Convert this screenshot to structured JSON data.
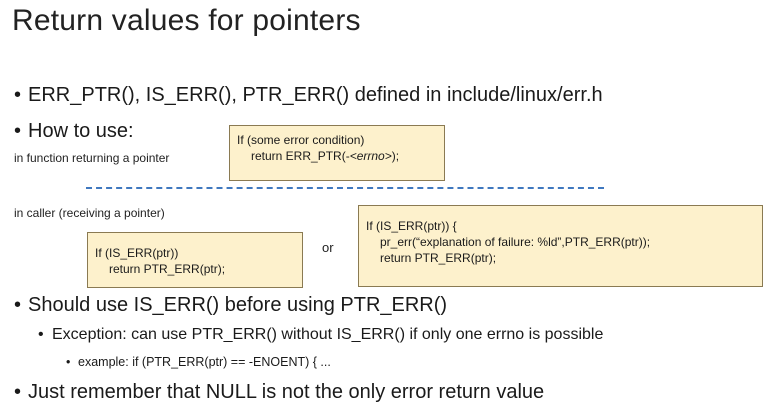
{
  "slide": {
    "title": "Return values for pointers",
    "bullets": {
      "b1": "ERR_PTR(), IS_ERR(), PTR_ERR() defined in include/linux/err.h",
      "b2": "How to use:",
      "b3": "Should use IS_ERR() before using PTR_ERR()",
      "b3_sub": "Exception: can use PTR_ERR() without IS_ERR() if only one errno is possible",
      "b3_subsub": "example: if (PTR_ERR(ptr) == -ENOENT) { ...",
      "b4": "Just remember that NULL is not the only error return value"
    },
    "bullet_char": "•",
    "labels": {
      "function_returning": "in function returning a pointer",
      "caller": "in caller (receiving a pointer)",
      "or": "or"
    },
    "code": {
      "box1": {
        "line1": "If (some error condition)",
        "line2_prefix": "return ERR_PTR(-",
        "line2_italic": "<errno>",
        "line2_suffix": ");"
      },
      "box2": {
        "line1": "If (IS_ERR(ptr))",
        "line2": "return PTR_ERR(ptr);"
      },
      "box3": {
        "line1": "If (IS_ERR(ptr)) {",
        "line2": "pr_err(“explanation of failure: %ld”,PTR_ERR(ptr));",
        "line3": "return PTR_ERR(ptr);"
      }
    }
  }
}
